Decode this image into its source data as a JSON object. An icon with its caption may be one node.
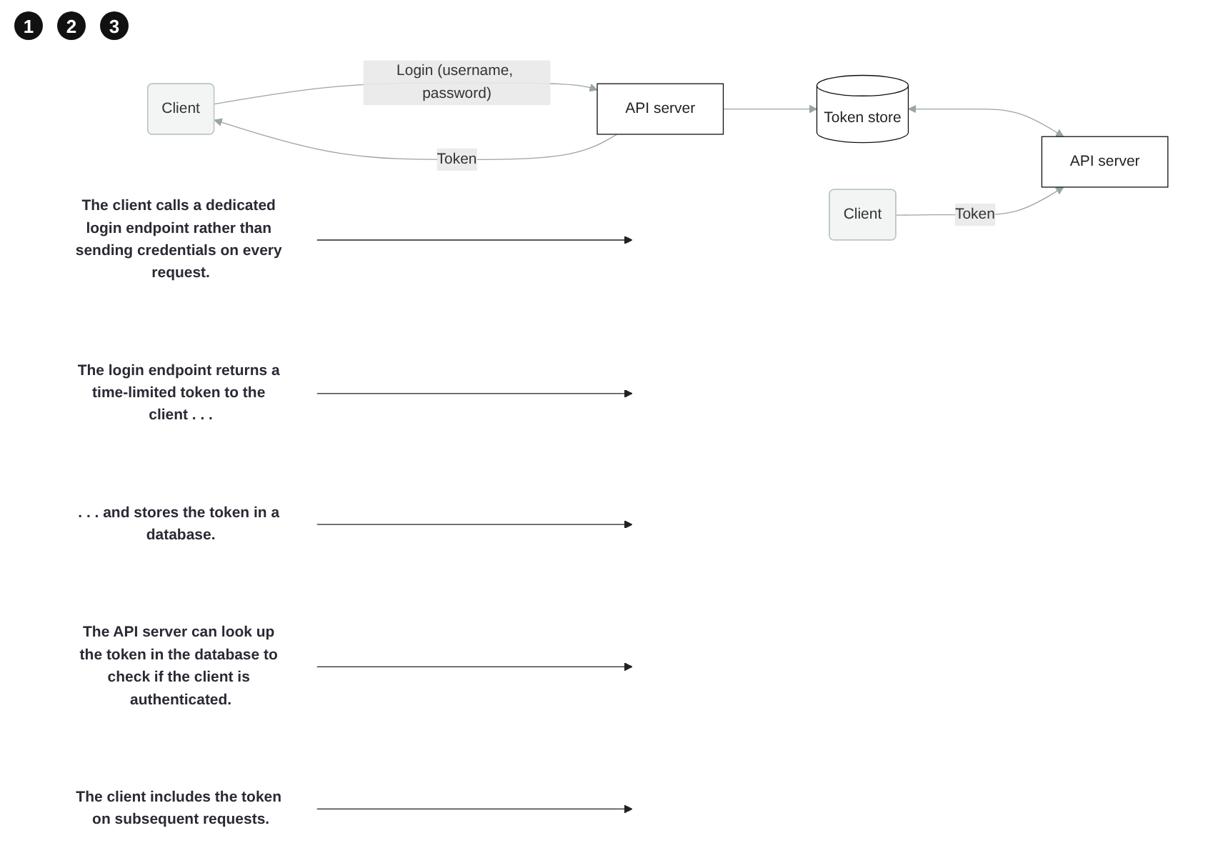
{
  "diagram": {
    "nodes": [
      {
        "text": [
          "The client calls a dedicated login endpoint rather than sending credentials on every request."
        ]
      },
      {
        "text": [
          "Client"
        ]
      },
      {
        "text": [
          "API server"
        ]
      },
      {
        "text": [
          "The login endpoint returns a time-limited token to the client . . ."
        ]
      },
      {
        "text": [
          ". . . and stores the token in a database."
        ]
      },
      {
        "text": [
          "Token store"
        ]
      },
      {
        "text": [
          "Client"
        ]
      },
      {
        "text": [
          "API server"
        ]
      },
      {
        "text": [
          "The API server can look up the token in the database to check if the client is authenticated."
        ]
      },
      {
        "text": [
          "The client includes the token on subsequent requests."
        ]
      }
    ],
    "edges": [
      {
        "from": 1,
        "to": 2,
        "arrow": "to",
        "label": "Login (username, password)",
        "color": "#9aa6a0"
      },
      {
        "from": 2,
        "to": 1,
        "arrow": "to",
        "label": "Token",
        "color": "#9aa6a0"
      },
      {
        "from": 2,
        "to": 5,
        "arrow": "to",
        "color": "#9aa6a0"
      },
      {
        "from": 5,
        "to": 7,
        "arrow": "both",
        "color": "#9aa6a0"
      },
      {
        "from": 6,
        "to": 7,
        "arrow": "to",
        "label": "Token",
        "color": "#9aa6a0"
      },
      {
        "from": 0,
        "to": null,
        "arrow": "to",
        "color": "#222222"
      },
      {
        "from": 3,
        "to": null,
        "arrow": "to",
        "color": "#222222"
      },
      {
        "from": 4,
        "to": null,
        "arrow": "to",
        "color": "#222222"
      },
      {
        "from": 8,
        "to": null,
        "arrow": "to",
        "color": "#222222"
      },
      {
        "from": 9,
        "to": null,
        "arrow": "to",
        "color": "#222222"
      }
    ],
    "labels": [
      "1",
      "2",
      "3"
    ]
  }
}
